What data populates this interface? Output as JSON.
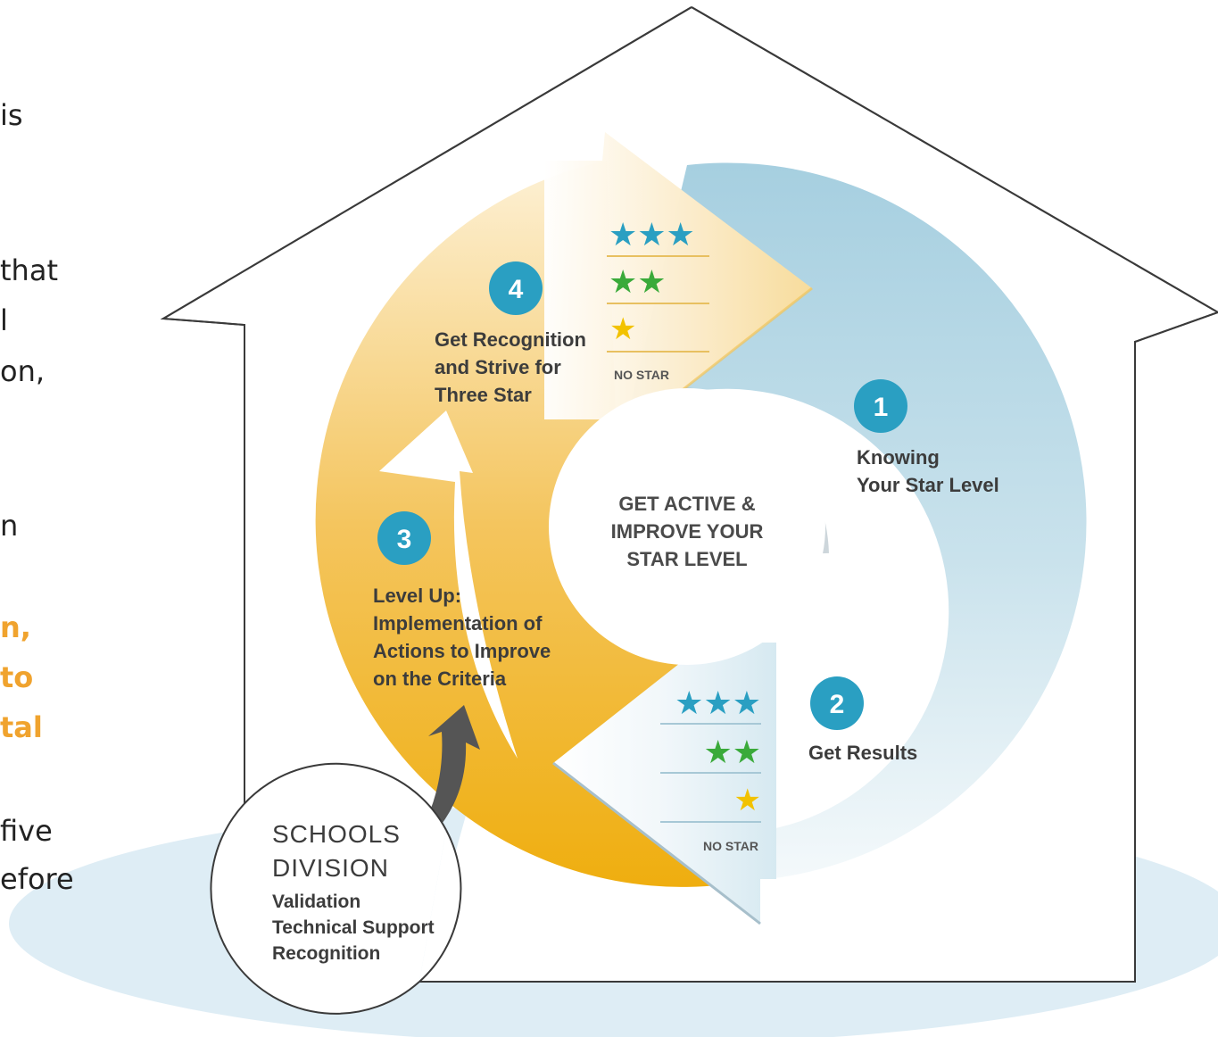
{
  "left_text": {
    "line1": "is",
    "line2": "that",
    "line3": "l",
    "line4": "on,",
    "line5": "n",
    "orange1": "n,",
    "orange2": "to",
    "orange3": "tal",
    "line6": "five",
    "line7": "efore"
  },
  "center": {
    "line1": "GET ACTIVE &",
    "line2": "IMPROVE YOUR",
    "line3": "STAR LEVEL"
  },
  "steps": [
    {
      "number": "1",
      "line1": "Knowing",
      "line2": "Your Star Level"
    },
    {
      "number": "2",
      "line1": "Get Results"
    },
    {
      "number": "3",
      "line1": "Level Up:",
      "line2": "Implementation of",
      "line3": "Actions to Improve",
      "line4": "on the Criteria"
    },
    {
      "number": "4",
      "line1": "Get Recognition",
      "line2": "and Strive for",
      "line3": "Three Star"
    }
  ],
  "ratings": {
    "three_star": "★★★",
    "two_star": "★★",
    "one_star": "★",
    "no_star": "NO STAR"
  },
  "schools_division": {
    "line1": "SCHOOLS",
    "line2": "DIVISION",
    "line3": "Validation",
    "line4": "Technical Support",
    "line5": "Recognition"
  },
  "colors": {
    "blue_ring": "#a9d2e2",
    "gold_ring": "#f0b21c",
    "badge": "#2a9fc2",
    "star_blue": "#2a9fc2",
    "star_green": "#3aaa3a",
    "star_yellow": "#f2c200",
    "accent_orange": "#f0a32e",
    "ground": "#deedf5"
  }
}
